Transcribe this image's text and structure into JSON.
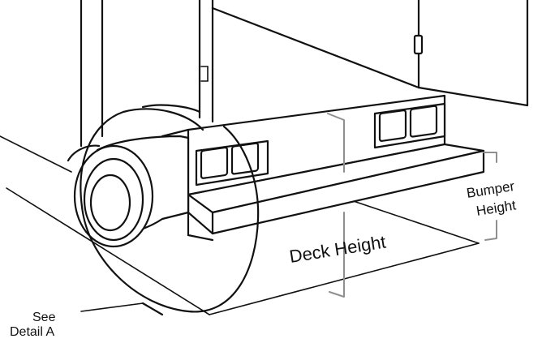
{
  "labels": {
    "deck_height": "Deck Height",
    "bumper_height_line1": "Bumper",
    "bumper_height_line2": "Height",
    "see_detail_line1": "See",
    "see_detail_line2": "Detail A"
  },
  "colors": {
    "ink": "#111111",
    "dimension": "#8f8f8f",
    "background": "#ffffff"
  }
}
